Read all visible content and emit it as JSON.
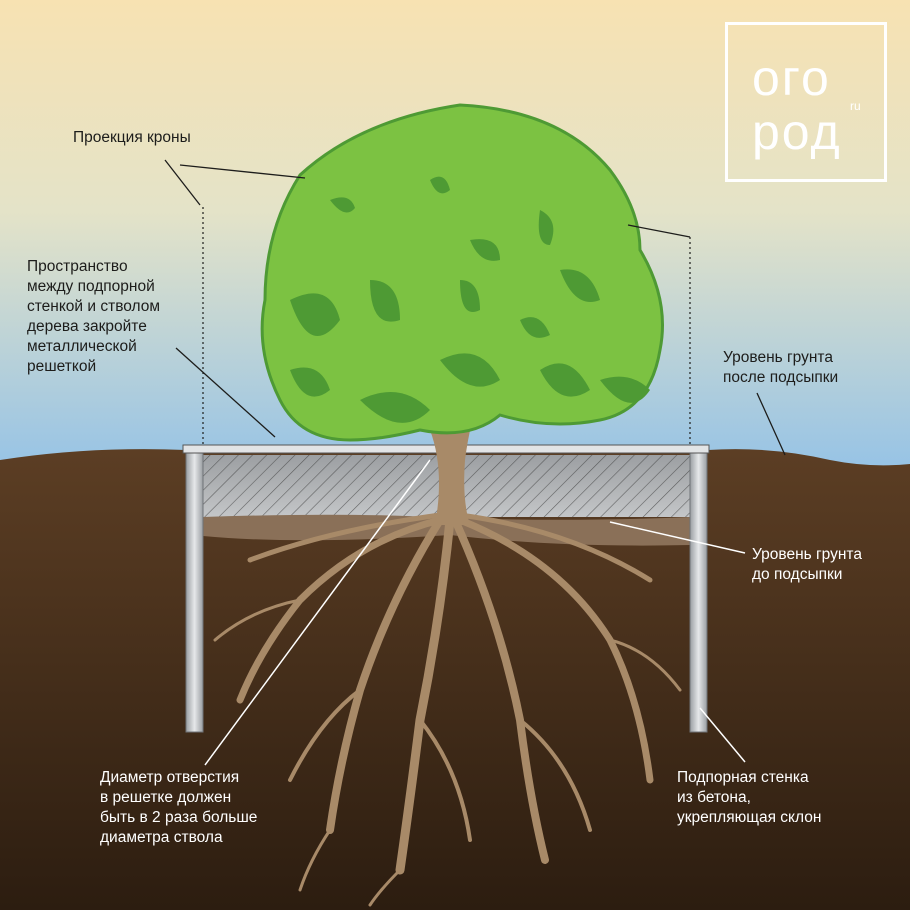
{
  "logo": {
    "line1": "ого",
    "line2": "род",
    "suffix": "ru"
  },
  "labels": {
    "crown_projection": "Проекция кроны",
    "grating": "Пространство\nмежду подпорной\nстенкой и стволом\nдерева закройте\nметаллической\nрешеткой",
    "soil_after": "Уровень грунта\nпосле подсыпки",
    "soil_before": "Уровень грунта\nдо подсыпки",
    "hole_diameter": "Диаметр отверстия\nв решетке должен\nбыть в 2 раза больше\nдиаметра ствола",
    "retaining_wall": "Подпорная стенка\nиз бетона,\nукрепляющая склон"
  },
  "colors": {
    "canopy": "#7cc242",
    "canopy_shade": "#4e9a34",
    "trunk": "#a88a68",
    "soil": "#4a311c",
    "wall": "#c9ccce"
  }
}
